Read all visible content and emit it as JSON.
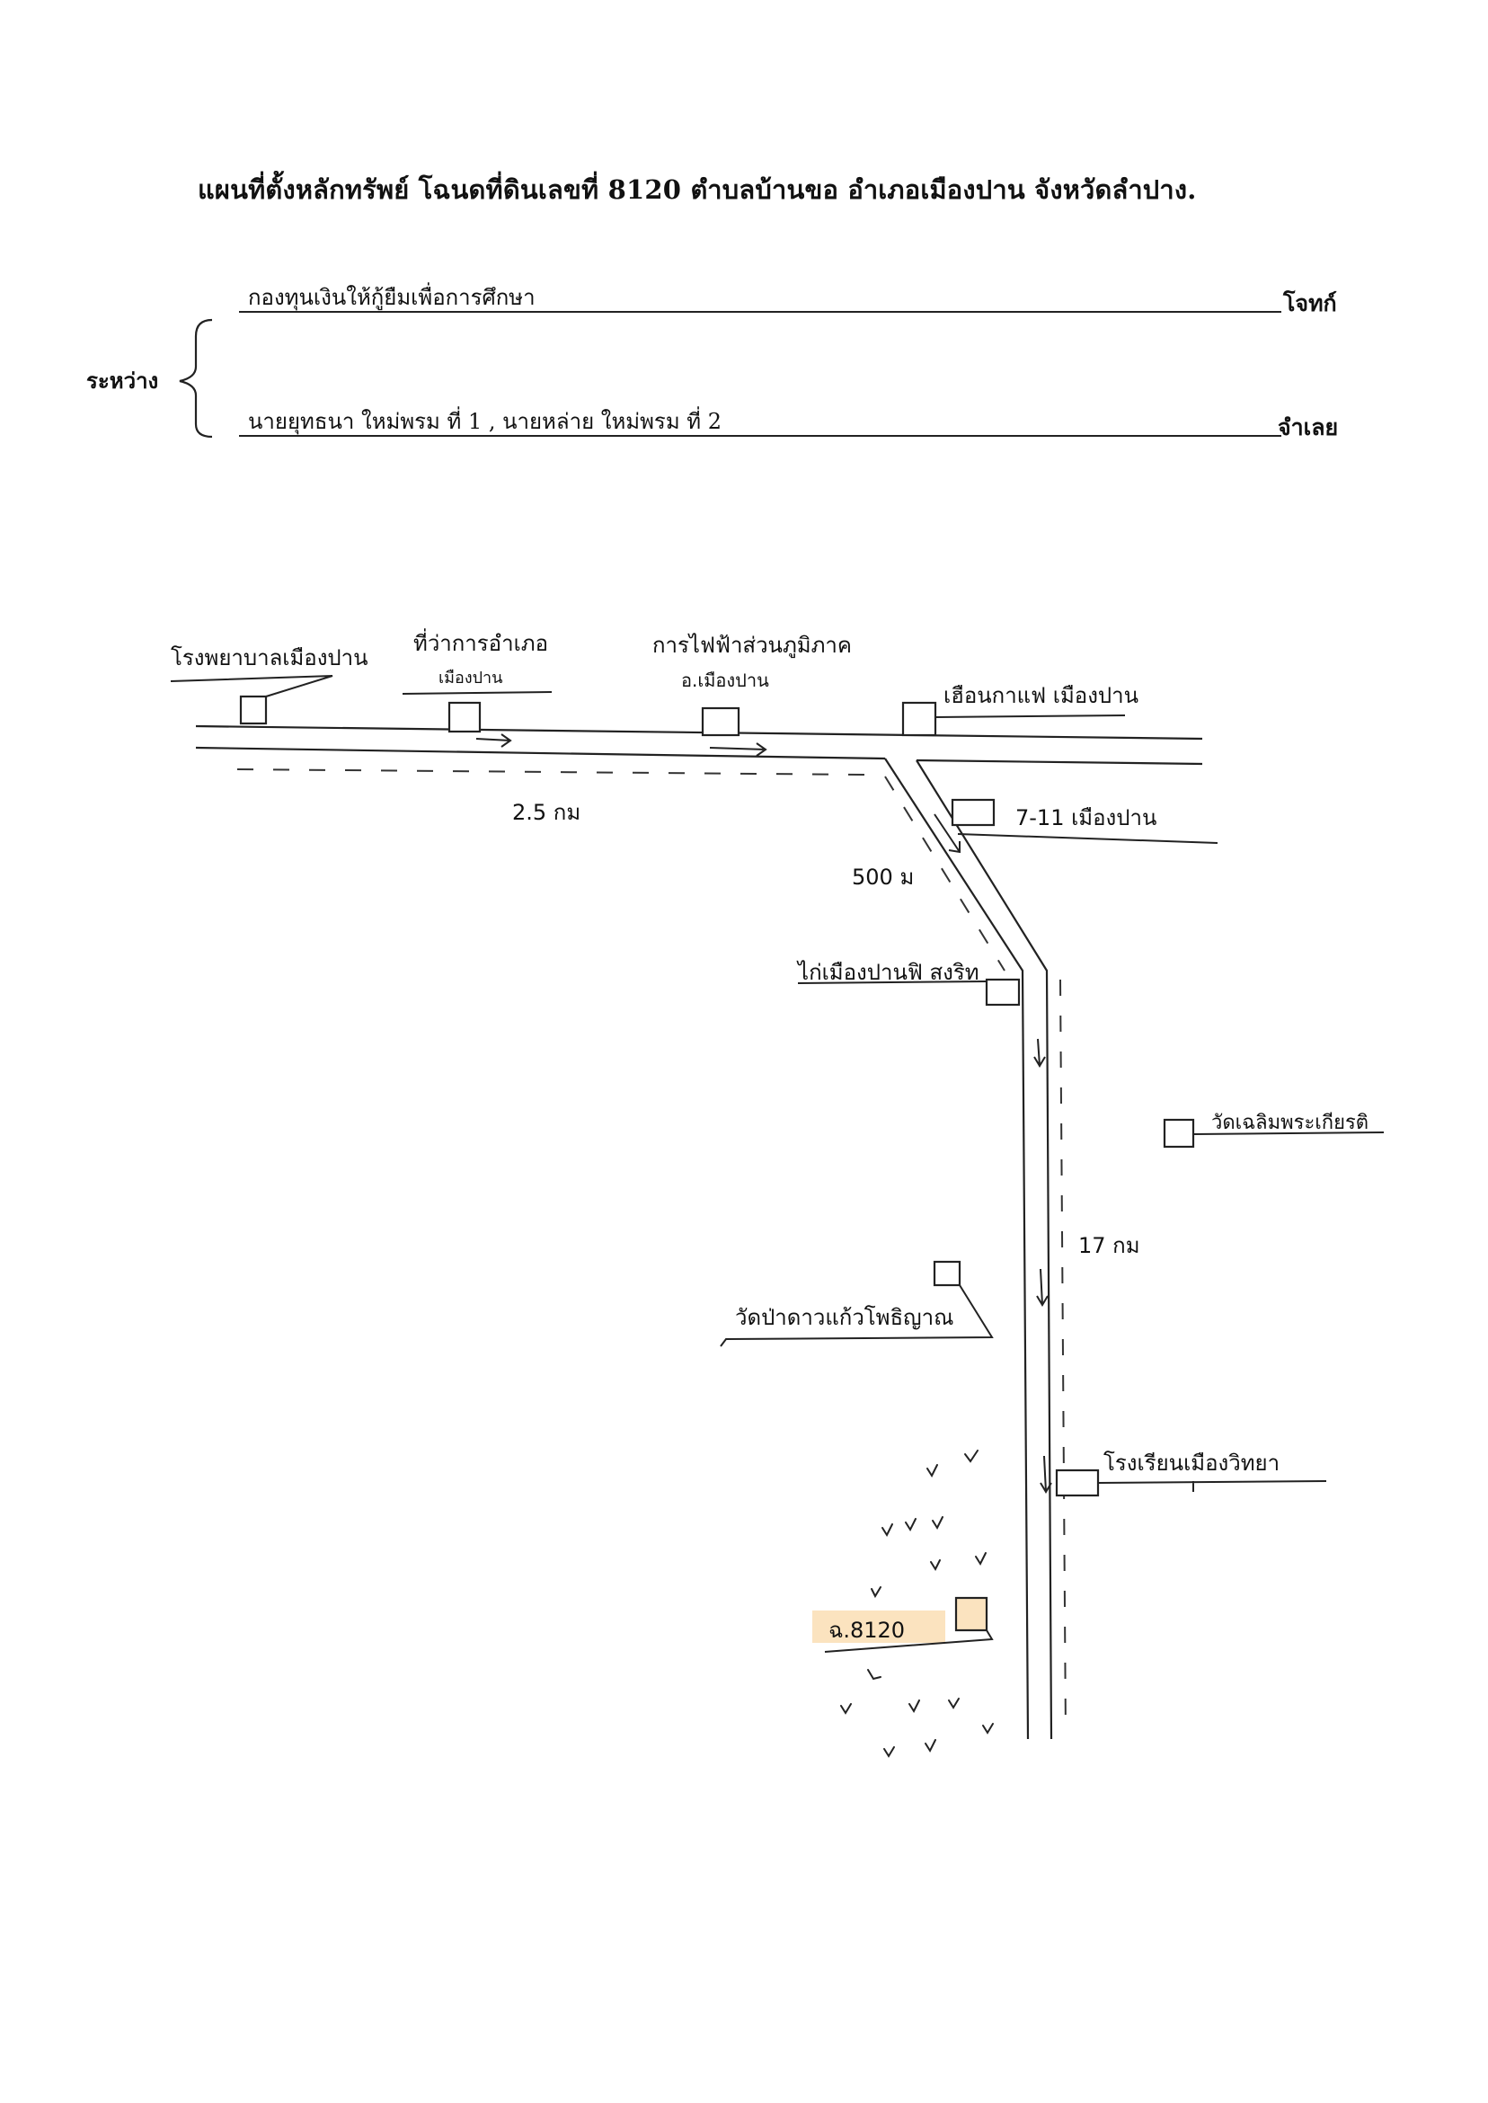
{
  "header": {
    "title": "แผนที่ตั้งหลักทรัพย์ โฉนดที่ดินเลขที่ 8120 ตำบลบ้านขอ อำเภอเมืองปาน จังหวัดลำปาง."
  },
  "parties": {
    "between_label": "ระหว่าง",
    "plaintiff_name": "กองทุนเงินให้กู้ยืมเพื่อการศึกษา",
    "plaintiff_role": "โจทก์",
    "defendant_name": "นายยุทธนา ใหม่พรม ที่ 1 , นายหล่าย ใหม่พรม ที่ 2",
    "defendant_role": "จำเลย"
  },
  "map": {
    "landmarks": {
      "hospital": "โรงพยาบาลเมืองปาน",
      "district_office": "ที่ว่าการอำเภอ",
      "district_office_sub": "เมืองปาน",
      "electricity": "การไฟฟ้าส่วนภูมิภาค",
      "electricity_sub": "อ.เมืองปาน",
      "cafe": "เฮือนกาแฟ เมืองปาน",
      "seven_eleven": "7-11 เมืองปาน",
      "chicken_shop": "ไก่เมืองปานฟิ สงริท",
      "temple_right": "วัดเฉลิมพระเกียรติ",
      "temple_left": "วัดป่าดาวแก้วโพธิญาณ",
      "school": "โรงเรียนเมืองวิทยา",
      "parcel": "ฉ.8120"
    },
    "distances": {
      "first_leg": "2.5 กม",
      "second_leg": "500 ม",
      "third_leg": "17 กม"
    },
    "colors": {
      "ink": "#111111",
      "parcel_highlight": "#fbe3bf"
    },
    "icons": [
      "building-icon",
      "direction-arrow-icon",
      "tree-icon"
    ]
  }
}
